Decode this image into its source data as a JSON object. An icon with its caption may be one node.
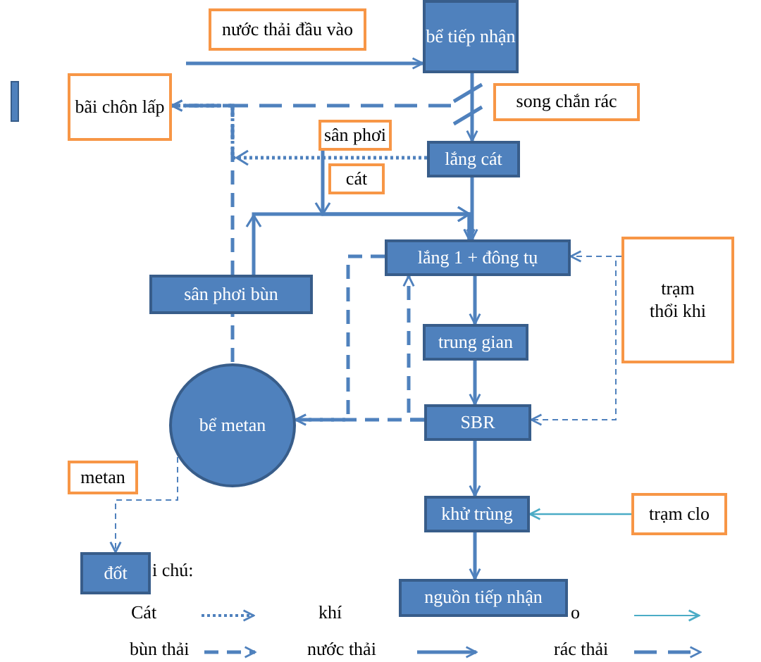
{
  "diagram": {
    "nodes": [
      {
        "text": [
          "nước thải đầu vào"
        ]
      },
      {
        "text": [
          "bể tiếp nhận"
        ]
      },
      {
        "text": [
          "bãi chôn lấp"
        ]
      },
      {
        "text": [
          "song chắn rác"
        ]
      },
      {
        "text": [
          "sân phơi"
        ]
      },
      {
        "text": [
          "lắng cát"
        ]
      },
      {
        "text": [
          "cát"
        ]
      },
      {
        "text": [
          "lắng 1 + đông tụ"
        ]
      },
      {
        "text": [
          "trạm thổi khi"
        ]
      },
      {
        "text": [
          "sân phơi bùn"
        ]
      },
      {
        "text": [
          "bể metan"
        ]
      },
      {
        "text": [
          "trung gian"
        ]
      },
      {
        "text": [
          "SBR"
        ]
      },
      {
        "text": [
          "metan"
        ]
      },
      {
        "text": [
          "khử trùng"
        ]
      },
      {
        "text": [
          "trạm clo"
        ]
      },
      {
        "text": [
          "đốt"
        ]
      },
      {
        "text": [
          "nguồn tiếp nhận"
        ]
      },
      {
        "text": [],
        "shape": "bar"
      }
    ],
    "edges": [
      {
        "from": null,
        "to": 1,
        "arrow": "to"
      },
      {
        "from": 1,
        "to": 18,
        "arrow": "none"
      },
      {
        "from": 18,
        "to": 2,
        "arrow": "to",
        "style": "dashed"
      },
      {
        "from": 5,
        "to": 2,
        "arrow": "to",
        "style": "dashed"
      },
      {
        "from": 4,
        "to": 7,
        "arrow": "to"
      },
      {
        "from": 9,
        "to": 7,
        "arrow": "to"
      },
      {
        "from": 5,
        "to": 7,
        "arrow": "to"
      },
      {
        "from": 7,
        "to": 11,
        "arrow": "to"
      },
      {
        "from": 11,
        "to": 12,
        "arrow": "to"
      },
      {
        "from": 12,
        "to": 14,
        "arrow": "to"
      },
      {
        "from": 14,
        "to": 17,
        "arrow": "to"
      },
      {
        "from": 7,
        "to": 10,
        "arrow": "to",
        "style": "dashed"
      },
      {
        "from": 12,
        "to": 10,
        "arrow": "to",
        "style": "dashed"
      },
      {
        "from": 12,
        "to": 7,
        "arrow": "to",
        "style": "dashed"
      },
      {
        "from": 8,
        "to": 7,
        "arrow": "to",
        "style": "dashed"
      },
      {
        "from": 8,
        "to": 12,
        "arrow": "to",
        "style": "dashed"
      },
      {
        "from": 15,
        "to": 14,
        "arrow": "to",
        "color": "#4bacc6"
      },
      {
        "from": 10,
        "to": 16,
        "arrow": "to",
        "style": "dashed"
      },
      {
        "from": 10,
        "to": 9,
        "arrow": "none",
        "style": "dashed"
      },
      {
        "from": 9,
        "to": 2,
        "arrow": "to",
        "style": "dashed"
      },
      {
        "from": 18,
        "to": 5,
        "arrow": "to"
      }
    ],
    "labels": [
      "i chú:"
    ],
    "legend": [
      {
        "text": "Cát"
      },
      {
        "text": "khí"
      },
      {
        "text": "o"
      },
      {
        "text": "bùn thải"
      },
      {
        "text": "nước thải"
      },
      {
        "text": "rác thải"
      }
    ]
  }
}
